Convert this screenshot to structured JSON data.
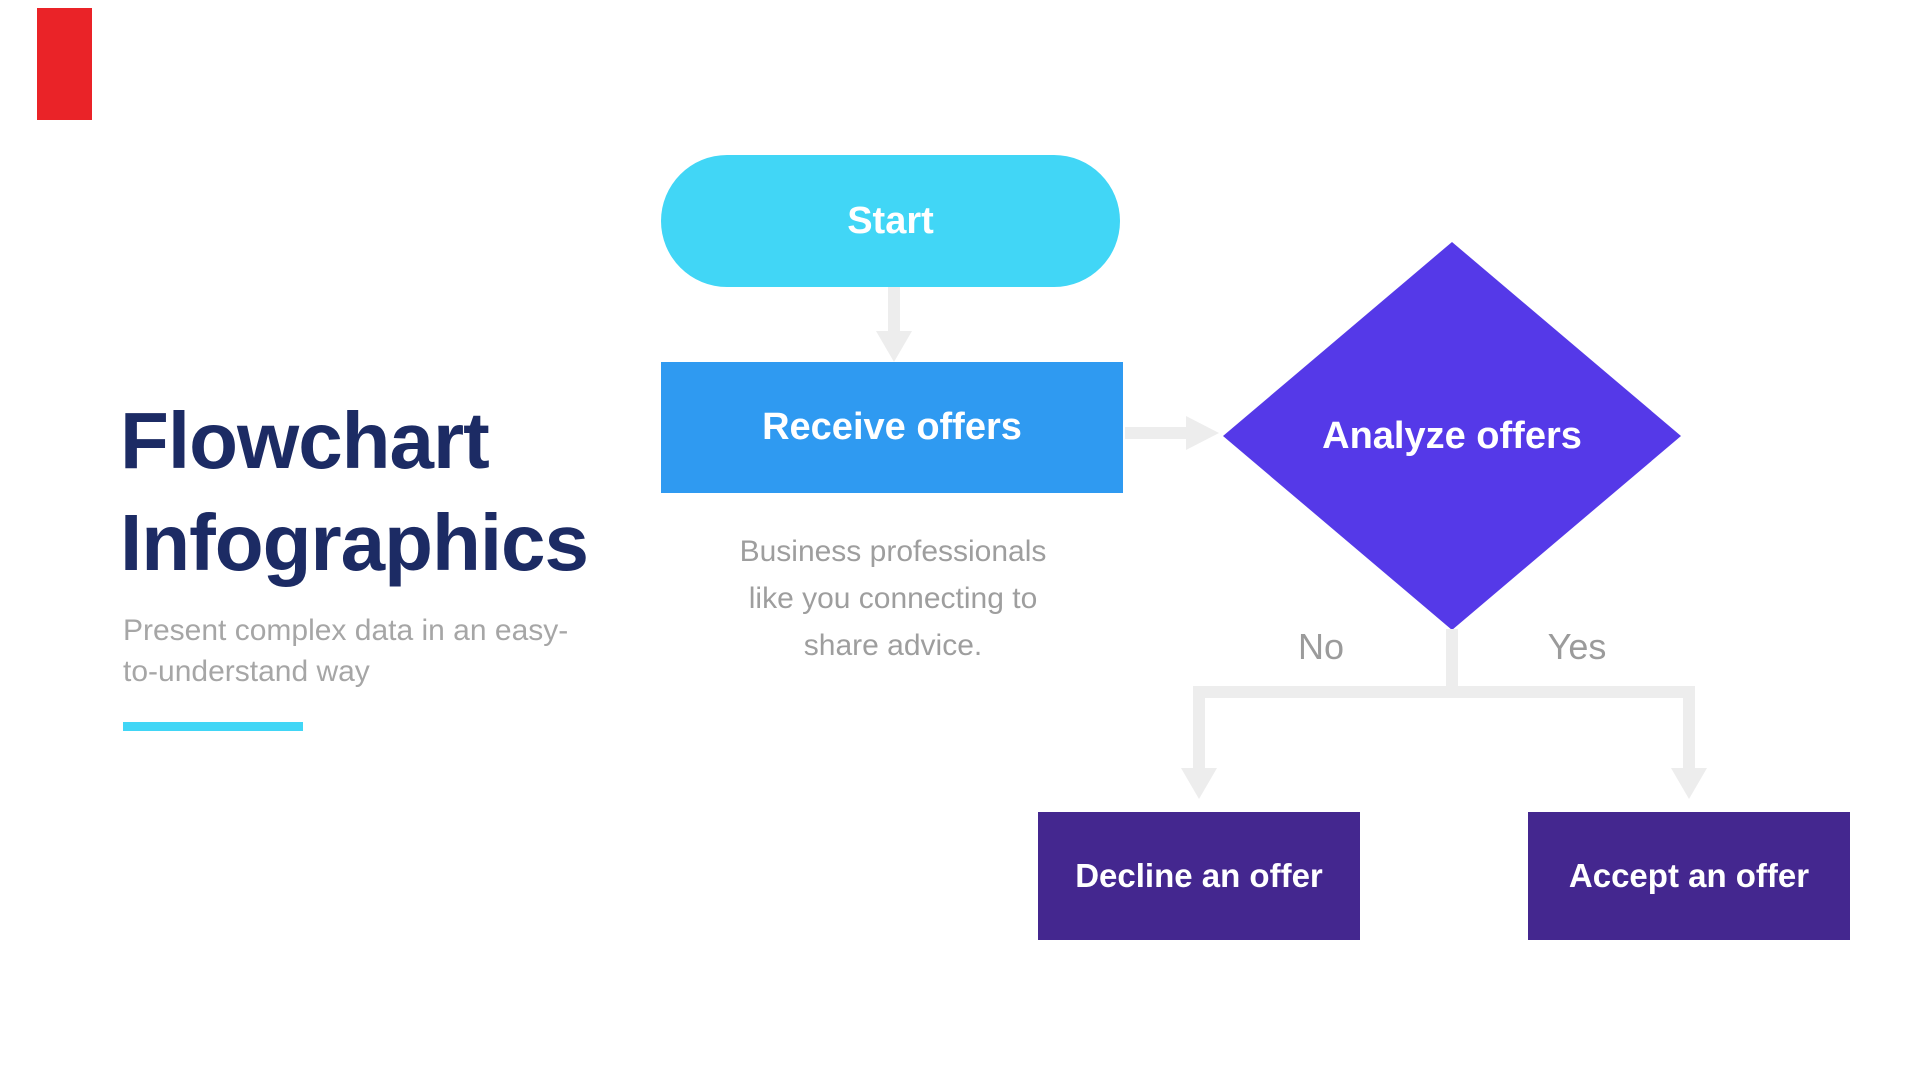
{
  "page": {
    "background_color": "#FFFFFF",
    "accent_bar_color": "#EA2328"
  },
  "header": {
    "title_line1": "Flowchart",
    "title_line2": "Infographics",
    "subtitle": "Present complex data in an easy-to-understand way",
    "title_color": "#1C2B64",
    "subtitle_color": "#A6A6A6",
    "underline_color": "#41D6F6"
  },
  "flowchart": {
    "connector_color": "#EDEDED",
    "nodes": {
      "start": {
        "label": "Start",
        "shape": "pill",
        "color": "#41D6F6",
        "text_color": "#FFFFFF"
      },
      "receive": {
        "label": "Receive offers",
        "shape": "rect",
        "color": "#2F9AF1",
        "text_color": "#FFFFFF",
        "caption": "Business professionals like you connecting to share advice.",
        "caption_color": "#9E9E9E"
      },
      "analyze": {
        "label": "Analyze offers",
        "shape": "diamond",
        "color": "#5539E8",
        "text_color": "#FFFFFF"
      },
      "decline": {
        "label": "Decline an offer",
        "shape": "rect",
        "color": "#44278F",
        "text_color": "#FFFFFF"
      },
      "accept": {
        "label": "Accept an offer",
        "shape": "rect",
        "color": "#44278F",
        "text_color": "#FFFFFF"
      }
    },
    "branches": {
      "no_label": "No",
      "yes_label": "Yes",
      "label_color": "#9B9B9B"
    },
    "edges": [
      {
        "from": "start",
        "to": "receive",
        "label": ""
      },
      {
        "from": "receive",
        "to": "analyze",
        "label": ""
      },
      {
        "from": "analyze",
        "to": "decline",
        "label": "No"
      },
      {
        "from": "analyze",
        "to": "accept",
        "label": "Yes"
      }
    ]
  }
}
